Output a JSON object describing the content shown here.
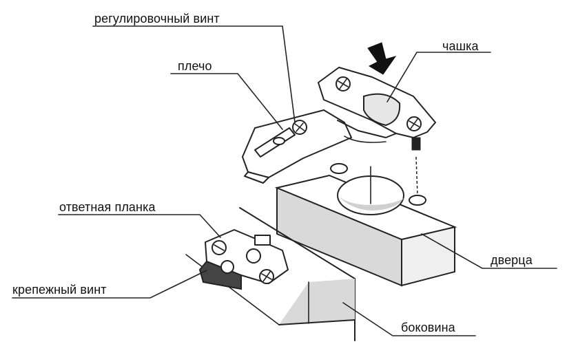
{
  "labels": {
    "adjust_screw": "регулировочный винт",
    "arm": "плечо",
    "cup": "чашка",
    "mount_plate": "ответная планка",
    "fix_screw": "крепежный винт",
    "door": "дверца",
    "side_panel": "боковина"
  },
  "colors": {
    "line": "#222222",
    "panel_fill": "#d9d9d9",
    "cup_fill": "#e6e6e6",
    "arrow": "#111111"
  },
  "icons": {
    "press_direction": "arrow-down-icon"
  }
}
